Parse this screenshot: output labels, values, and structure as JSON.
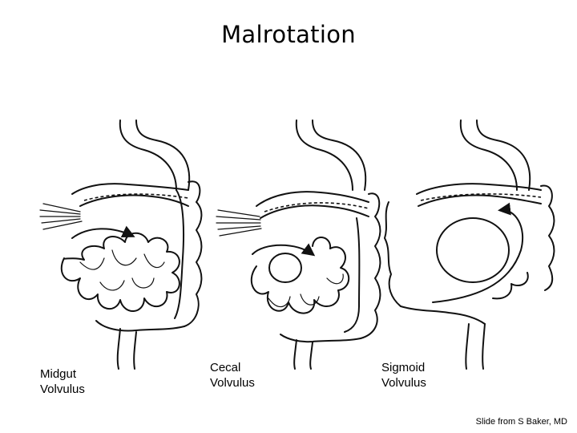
{
  "title": "Malrotation",
  "panels": [
    {
      "caption_line1": "Midgut",
      "caption_line2": "Volvulus"
    },
    {
      "caption_line1": "Cecal",
      "caption_line2": "Volvulus"
    },
    {
      "caption_line1": "Sigmoid",
      "caption_line2": "Volvulus"
    }
  ],
  "credit": "Slide from S Baker, MD"
}
